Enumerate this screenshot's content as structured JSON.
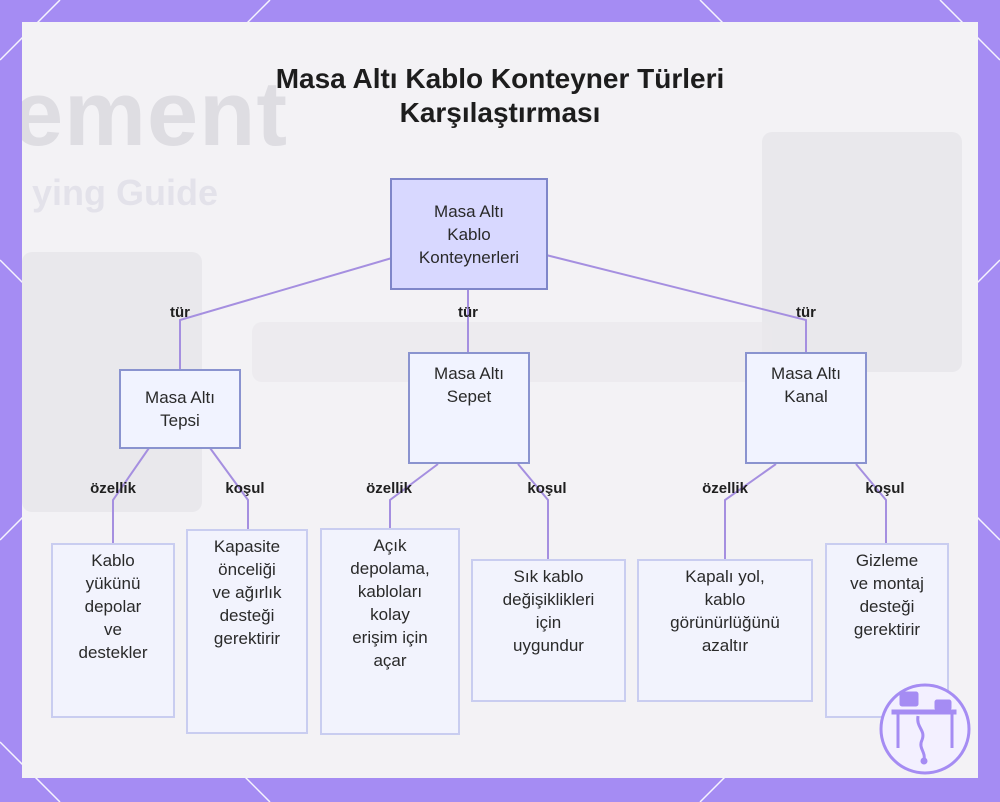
{
  "title_lines": [
    "Masa Altı Kablo Konteyner Türleri",
    "Karşılaştırması"
  ],
  "background_watermark": {
    "word": "ement",
    "subword": "ying Guide"
  },
  "nodes": {
    "root": {
      "lines": [
        "Masa Altı",
        "Kablo",
        "Konteynerleri"
      ]
    },
    "tray": {
      "lines": [
        "Masa Altı",
        "Tepsi"
      ]
    },
    "basket": {
      "lines": [
        "Masa Altı",
        "Sepet"
      ]
    },
    "channel": {
      "lines": [
        "Masa Altı",
        "Kanal"
      ]
    },
    "tray_feature": {
      "lines": [
        "Kablo",
        "yükünü",
        "depolar",
        "ve",
        "destekler"
      ]
    },
    "tray_condition": {
      "lines": [
        "Kapasite",
        "önceliği",
        "ve ağırlık",
        "desteği",
        "gerektirir"
      ]
    },
    "basket_feature": {
      "lines": [
        "Açık",
        "depolama,",
        "kabloları",
        "kolay",
        "erişim için",
        "açar"
      ]
    },
    "basket_condition": {
      "lines": [
        "Sık kablo",
        "değişiklikleri",
        "için",
        "uygundur"
      ]
    },
    "channel_feature": {
      "lines": [
        "Kapalı yol,",
        "kablo",
        "görünürlüğünü",
        "azaltır"
      ]
    },
    "channel_condition": {
      "lines": [
        "Gizleme",
        "ve montaj",
        "desteği",
        "gerektirir"
      ]
    }
  },
  "edge_labels": {
    "root_tray": "tür",
    "root_basket": "tür",
    "root_channel": "tür",
    "tray_feature": "özellik",
    "tray_condition": "koşul",
    "basket_feature": "özellik",
    "basket_condition": "koşul",
    "channel_feature": "özellik",
    "channel_condition": "koşul"
  },
  "colors": {
    "frame": "#a58cf3",
    "edge": "#a58fe0",
    "root_fill": "#d8d8ff",
    "node_fill": "#f1f3ff",
    "logo": "#a58cf3"
  },
  "logo_icon": "desk-cable-logo-icon"
}
